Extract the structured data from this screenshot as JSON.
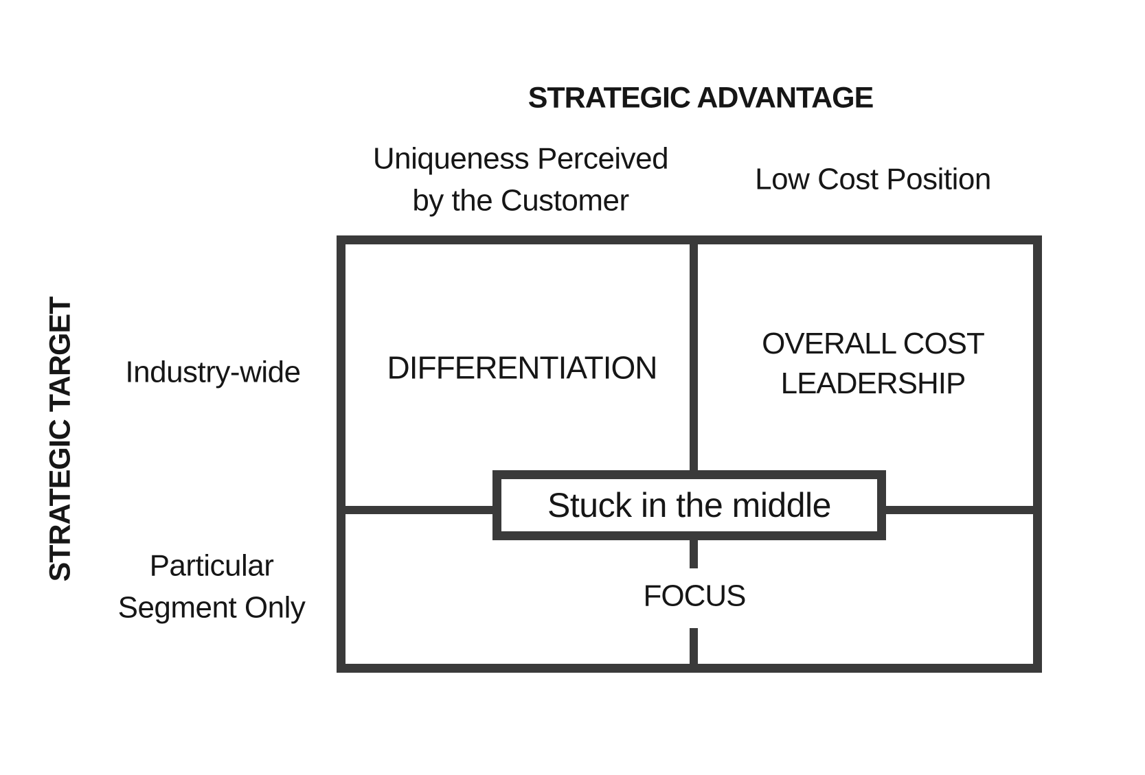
{
  "diagram": {
    "title_axis_x": "STRATEGIC ADVANTAGE",
    "title_axis_y": "STRATEGIC TARGET",
    "x_categories": [
      "Uniqueness Perceived\nby the Customer",
      "Low Cost Position"
    ],
    "y_categories": [
      "Industry-wide",
      "Particular\nSegment Only"
    ],
    "cells": {
      "differentiation": "DIFFERENTIATION",
      "overall_cost_leadership": "OVERALL COST\nLEADERSHIP",
      "focus": "FOCUS"
    },
    "overlay_label": "Stuck in the middle",
    "colors": {
      "line": "#3a3a3a",
      "text": "#161616",
      "background": "#ffffff"
    }
  }
}
